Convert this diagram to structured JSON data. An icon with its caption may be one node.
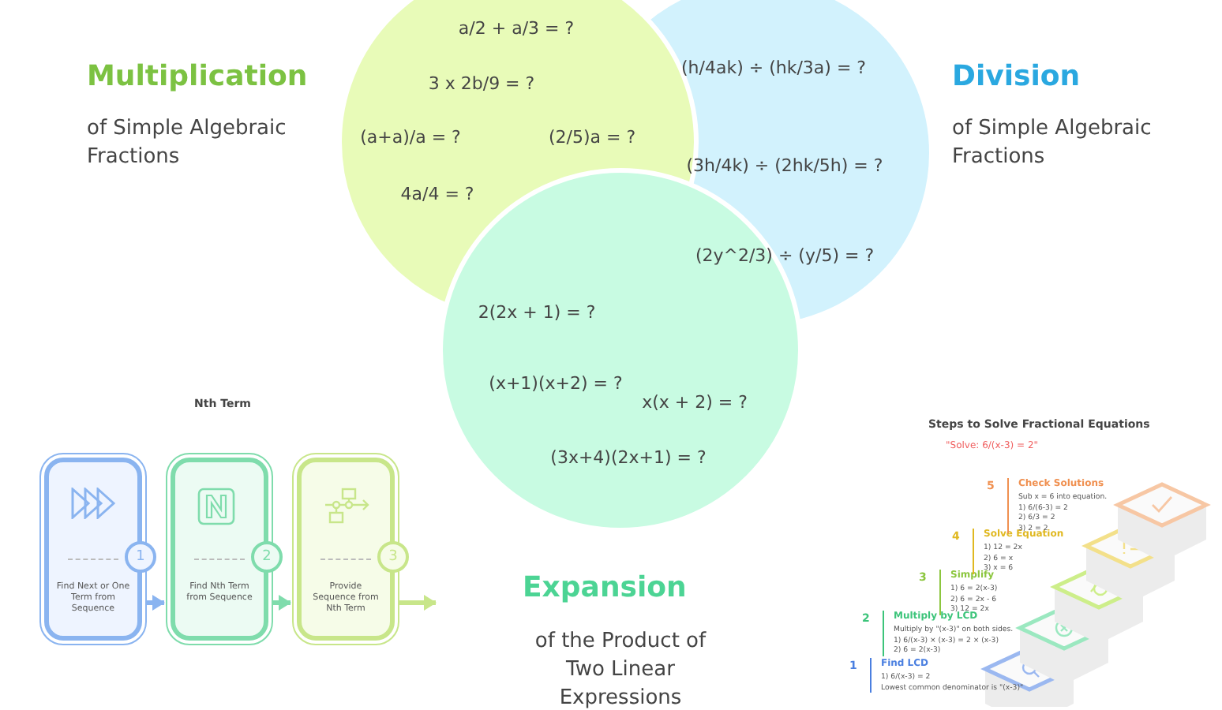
{
  "diagram": {
    "nodes": [
      {
        "text": [
          "a/2 + a/3 = ?",
          "3 x 2b/9 = ?",
          "(a+a)/a = ?",
          "(2/5)a = ?",
          "4a/4 = ?"
        ]
      },
      {
        "text": [
          "(h/4ak) ÷ (hk/3a) = ?",
          "(3h/4k) ÷ (2hk/5h) = ?",
          "(2y^2/3) ÷ (y/5) = ?"
        ]
      },
      {
        "text": [
          "2(2x + 1) = ?",
          "(x+1)(x+2) = ?",
          "x(x + 2) = ?",
          "(3x+4)(2x+1) = ?"
        ]
      },
      {
        "text": [
          "1",
          "Find Next or One Term from Sequence"
        ]
      },
      {
        "text": [
          "2",
          "Find Nth Term from Sequence"
        ]
      },
      {
        "text": [
          "3",
          "Provide Sequence from Nth Term"
        ]
      },
      {
        "text": [
          "1",
          "Find LCD",
          "1) 6/(x-3) = 2",
          "Lowest common denominator is \"(x-3)\""
        ]
      },
      {
        "text": [
          "2",
          "Multiply by LCD",
          "Multiply by \"(x-3)\" on both sides.",
          "1) 6/(x-3) × (x-3) = 2 × (x-3)",
          "2) 6 = 2(x-3)"
        ]
      },
      {
        "text": [
          "3",
          "Simplify",
          "1) 6 = 2(x-3)",
          "2) 6 = 2x - 6",
          "3) 12 = 2x"
        ]
      },
      {
        "text": [
          "4",
          "Solve Equation",
          "1) 12 = 2x",
          "2) 6 = x",
          "3) x = 6"
        ]
      },
      {
        "text": [
          "5",
          "Check Solutions",
          "Sub x = 6 into equation.",
          "1) 6/(6-3) = 2",
          "2) 6/3 = 2",
          "3) 2 = 2"
        ]
      }
    ],
    "edges": [
      {
        "from": 3,
        "to": 4,
        "arrow": "to",
        "color": "#8ab4f0"
      },
      {
        "from": 4,
        "to": 5,
        "arrow": "to",
        "color": "#7fdcac"
      },
      {
        "from": 5,
        "to": null,
        "arrow": "to",
        "color": "#c8e68a"
      }
    ],
    "labels": [
      "Multiplication",
      "of Simple Algebraic Fractions",
      "Division",
      "of Simple Algebraic Fractions",
      "Expansion",
      "of the Product of Two Linear Expressions",
      "Nth Term",
      "Steps to Solve Fractional Equations",
      "\"Solve: 6/(x-3) = 2\""
    ]
  }
}
